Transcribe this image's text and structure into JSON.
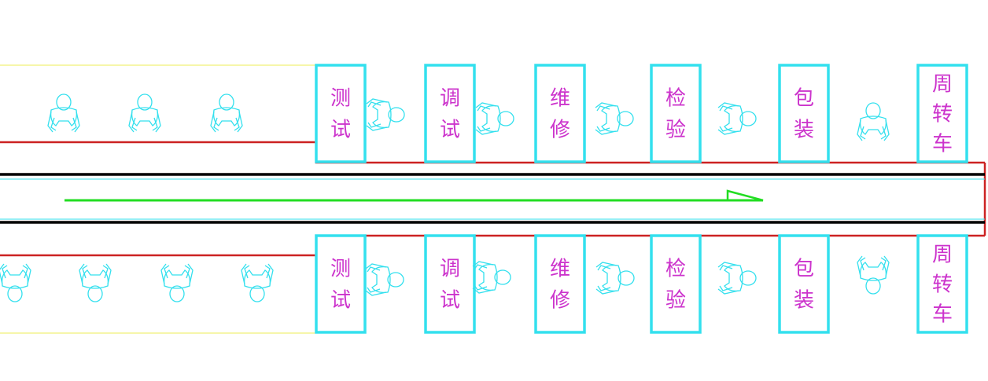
{
  "colors": {
    "background": "#ffffff",
    "station_box": "#33e0ee",
    "station_text": "#cc33cc",
    "worker": "#33e0ee",
    "line_boundary": "#cc2222",
    "belt": "#000000",
    "belt_inner": "#33e0ee",
    "flow_arrow": "#22dd22",
    "buffer_zone": "#eeee55"
  },
  "stations_top": [
    {
      "id": "test",
      "chars": [
        "测",
        "试"
      ]
    },
    {
      "id": "debug",
      "chars": [
        "调",
        "试"
      ]
    },
    {
      "id": "repair",
      "chars": [
        "维",
        "修"
      ]
    },
    {
      "id": "inspect",
      "chars": [
        "检",
        "验"
      ]
    },
    {
      "id": "pack",
      "chars": [
        "包",
        "装"
      ]
    },
    {
      "id": "cart",
      "chars": [
        "周",
        "转",
        "车"
      ]
    }
  ],
  "stations_bottom": [
    {
      "id": "test",
      "chars": [
        "测",
        "试"
      ]
    },
    {
      "id": "debug",
      "chars": [
        "调",
        "试"
      ]
    },
    {
      "id": "repair",
      "chars": [
        "维",
        "修"
      ]
    },
    {
      "id": "inspect",
      "chars": [
        "检",
        "验"
      ]
    },
    {
      "id": "pack",
      "chars": [
        "包",
        "装"
      ]
    },
    {
      "id": "cart",
      "chars": [
        "周",
        "转",
        "车"
      ]
    }
  ],
  "flow_direction": "left-to-right",
  "worker_icon": "operator-top-view-icon"
}
